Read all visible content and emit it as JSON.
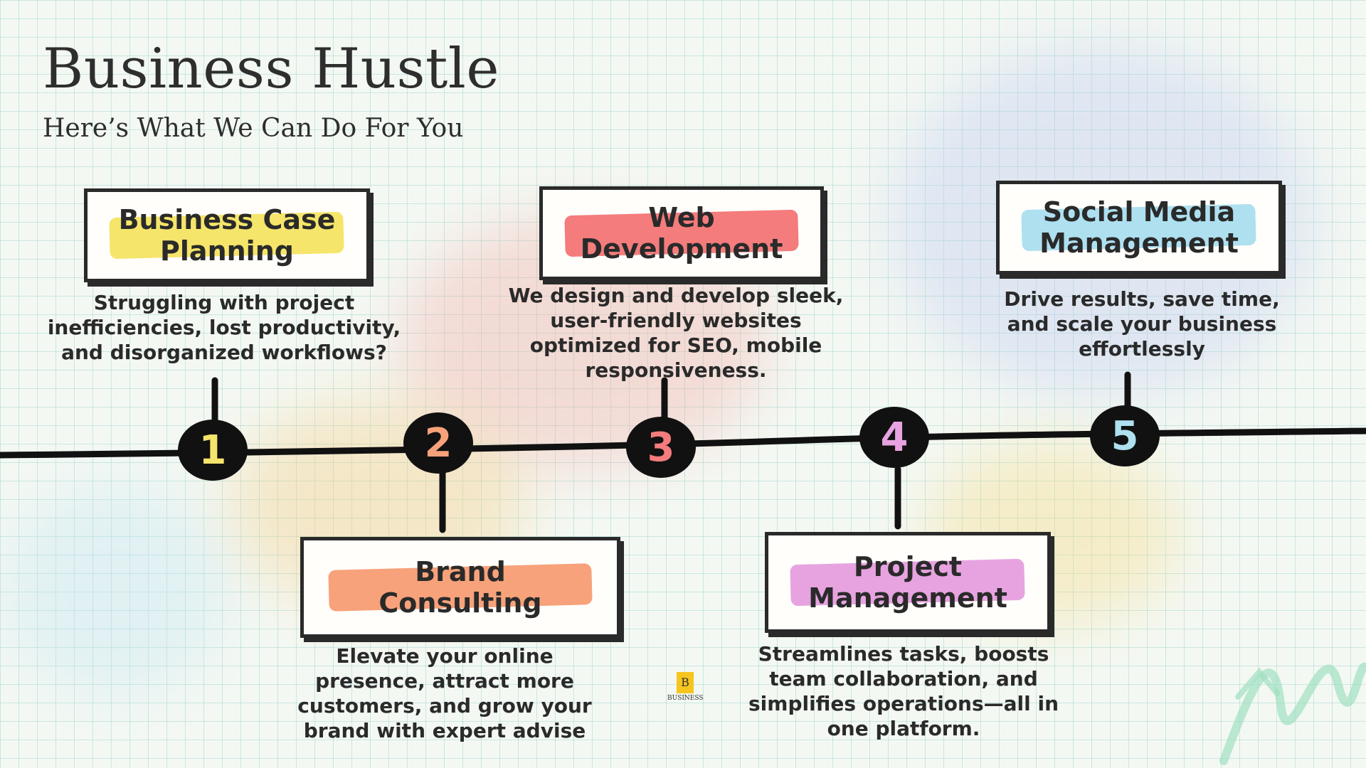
{
  "header": {
    "title": "Business Hustle",
    "subtitle": "Here’s What We Can Do For You"
  },
  "steps": [
    {
      "number": "1",
      "color": "#f5e56a",
      "title": "Business Case Planning",
      "description": "Struggling with project inefficiencies, lost productivity, and disorganized workflows?"
    },
    {
      "number": "2",
      "color": "#f7a27a",
      "title": "Brand Consulting",
      "description": "Elevate your online presence, attract more customers, and grow your brand with expert advise"
    },
    {
      "number": "3",
      "color": "#f47c7c",
      "title": "Web Development",
      "description": "We design and develop sleek, user-friendly websites optimized for SEO, mobile responsiveness."
    },
    {
      "number": "4",
      "color": "#e7a3e0",
      "title": "Project Management",
      "description": "Streamlines tasks, boosts team collaboration, and simplifies operations—all in one platform."
    },
    {
      "number": "5",
      "color": "#aee0f0",
      "title": "Social Media Management",
      "description": "Drive results, save time, and scale your business effortlessly"
    }
  ],
  "logo": {
    "mark": "B",
    "text": "BUSINESS"
  }
}
